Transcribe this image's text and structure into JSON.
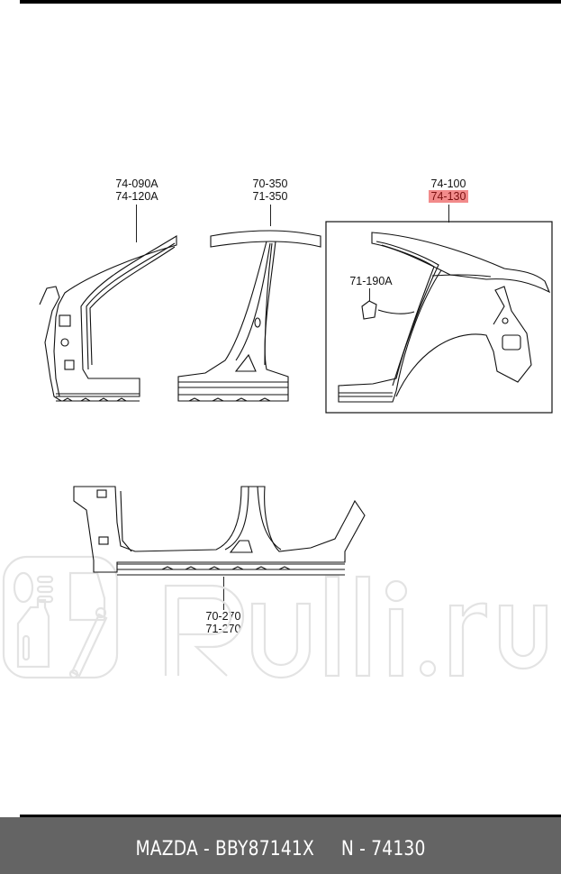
{
  "diagram": {
    "callouts": [
      {
        "id": "a-pillar",
        "lines": [
          "74-090A",
          "74-120A"
        ],
        "highlighted": false
      },
      {
        "id": "b-pillar",
        "lines": [
          "70-350",
          "71-350"
        ],
        "highlighted": false
      },
      {
        "id": "rear-quarter",
        "lines": [
          "74-100",
          "74-130"
        ],
        "highlighted_line": "74-130",
        "highlight_color": "#f28b8b"
      },
      {
        "id": "bracket",
        "lines": [
          "71-190A"
        ],
        "highlighted": false
      },
      {
        "id": "side-sill",
        "lines": [
          "70-270",
          "71-270"
        ],
        "highlighted": false
      }
    ]
  },
  "watermark": {
    "text": "Ruli.ru"
  },
  "footer": {
    "brand_part": "MAZDA - BBY87141X",
    "number": "N - 74130",
    "background": "#646464"
  }
}
